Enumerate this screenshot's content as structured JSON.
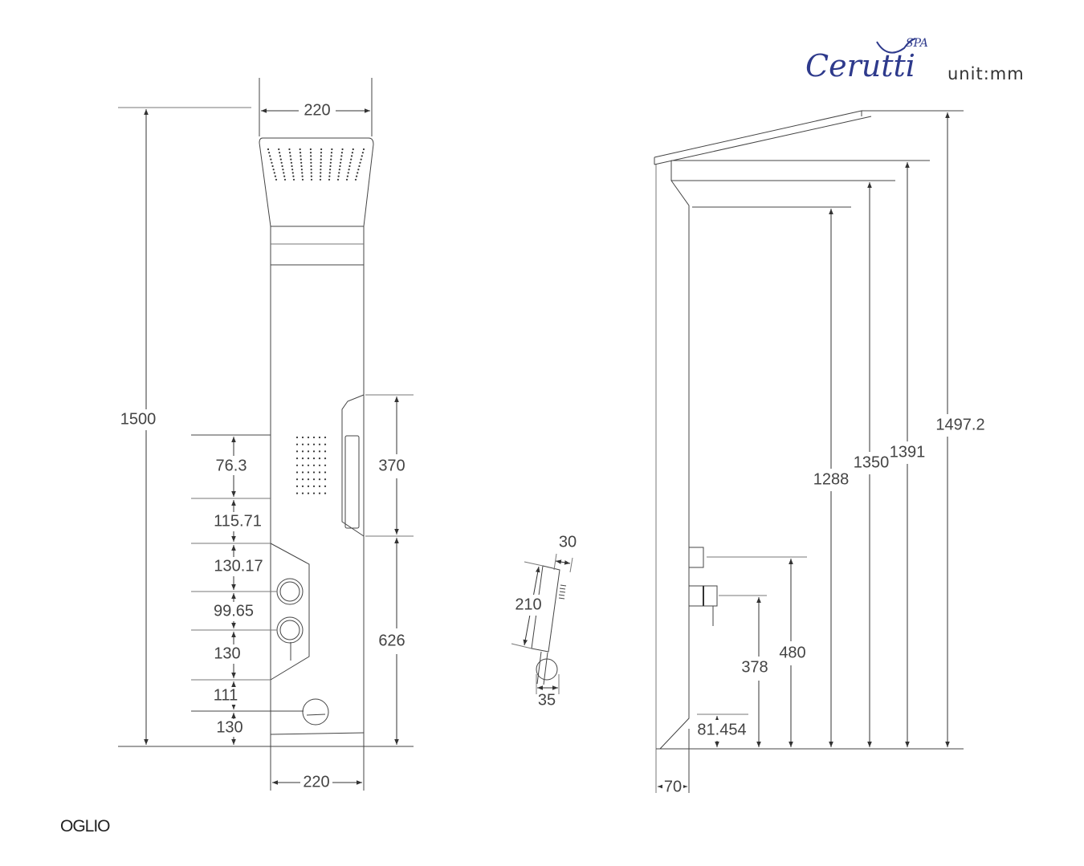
{
  "header": {
    "brand": "Cerutti",
    "brand_suffix": "SPA",
    "unit_label": "unit:mm",
    "brand_color": "#2e3a8c"
  },
  "model_name": "OGLIO",
  "front_view": {
    "top_width": "220",
    "bottom_width": "220",
    "total_height": "1500",
    "left_chain": [
      "76.3",
      "115.71",
      "130.17",
      "99.65",
      "130",
      "111",
      "130"
    ],
    "right_chain": [
      "370",
      "626"
    ]
  },
  "hand_shower": {
    "width": "30",
    "length": "210",
    "hose_width": "35"
  },
  "side_view": {
    "heights": [
      "1497.2",
      "1391",
      "1350",
      "1288",
      "480",
      "378",
      "81.454"
    ],
    "depth": "70"
  }
}
